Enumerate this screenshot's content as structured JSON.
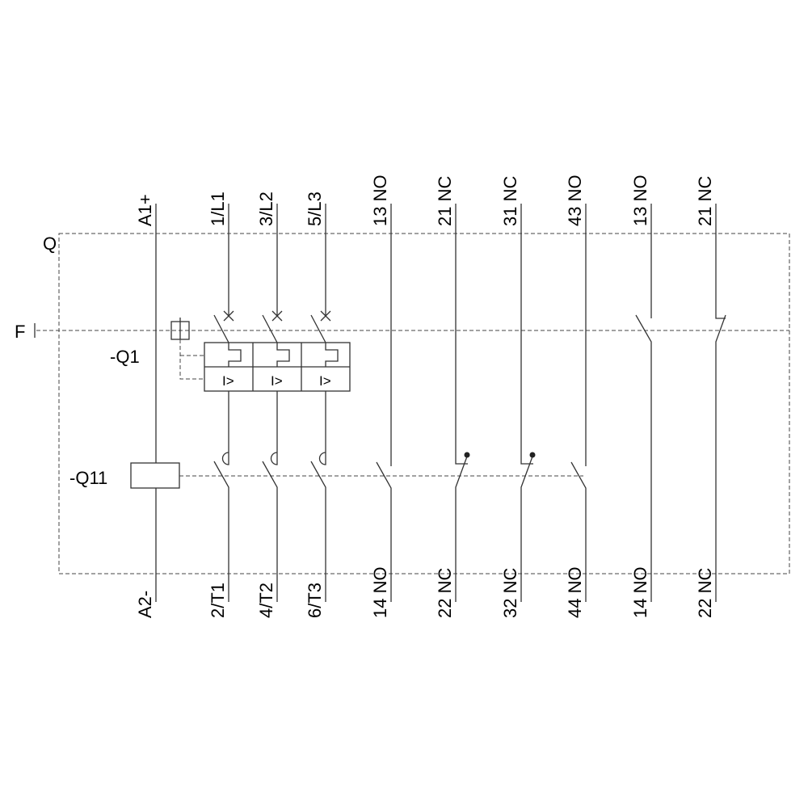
{
  "markers": {
    "q": "Q",
    "f": "F"
  },
  "devices": {
    "q1": "-Q1",
    "q11": "-Q11",
    "overcurrent": "I>"
  },
  "columns": [
    {
      "top": "A1+",
      "bottom": "A2-",
      "kind": "coil"
    },
    {
      "top": "1/L1",
      "bottom": "2/T1",
      "kind": "main"
    },
    {
      "top": "3/L2",
      "bottom": "4/T2",
      "kind": "main"
    },
    {
      "top": "5/L3",
      "bottom": "6/T3",
      "kind": "main"
    },
    {
      "top": "13 NO",
      "bottom": "14 NO",
      "kind": "aux-no"
    },
    {
      "top": "21 NC",
      "bottom": "22 NC",
      "kind": "aux-nc"
    },
    {
      "top": "31 NC",
      "bottom": "32 NC",
      "kind": "aux-nc"
    },
    {
      "top": "43 NO",
      "bottom": "44 NO",
      "kind": "aux-no"
    },
    {
      "top": "13 NO",
      "bottom": "14 NO",
      "kind": "f-no"
    },
    {
      "top": "21 NC",
      "bottom": "22 NC",
      "kind": "f-nc"
    }
  ]
}
